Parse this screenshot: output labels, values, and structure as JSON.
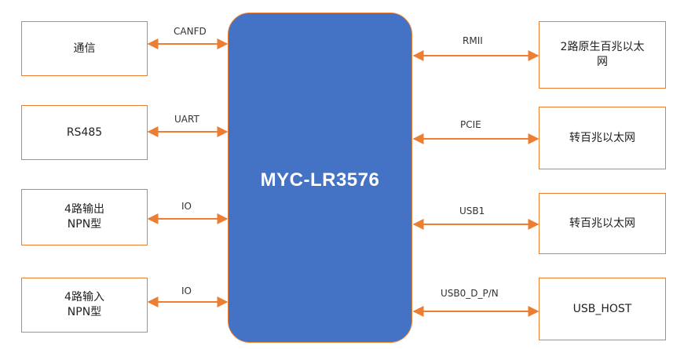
{
  "diagram": {
    "center": {
      "label": "MYC-LR3576"
    },
    "left": [
      {
        "lines": [
          "通信"
        ],
        "link": "CANFD"
      },
      {
        "lines": [
          "RS485"
        ],
        "link": "UART"
      },
      {
        "lines": [
          "4路输出",
          "NPN型"
        ],
        "link": "IO"
      },
      {
        "lines": [
          "4路输入",
          "NPN型"
        ],
        "link": "IO"
      }
    ],
    "right": [
      {
        "lines": [
          "2路原生百兆以太",
          "网"
        ],
        "link": "RMII"
      },
      {
        "lines": [
          "转百兆以太网"
        ],
        "link": "PCIE"
      },
      {
        "lines": [
          "转百兆以太网"
        ],
        "link": "USB1"
      },
      {
        "lines": [
          "USB_HOST"
        ],
        "link": "USB0_D_P/N"
      }
    ],
    "colors": {
      "box_border": "#ED7D31",
      "chip_fill": "#4472C4",
      "arrow": "#ED7D31"
    }
  }
}
